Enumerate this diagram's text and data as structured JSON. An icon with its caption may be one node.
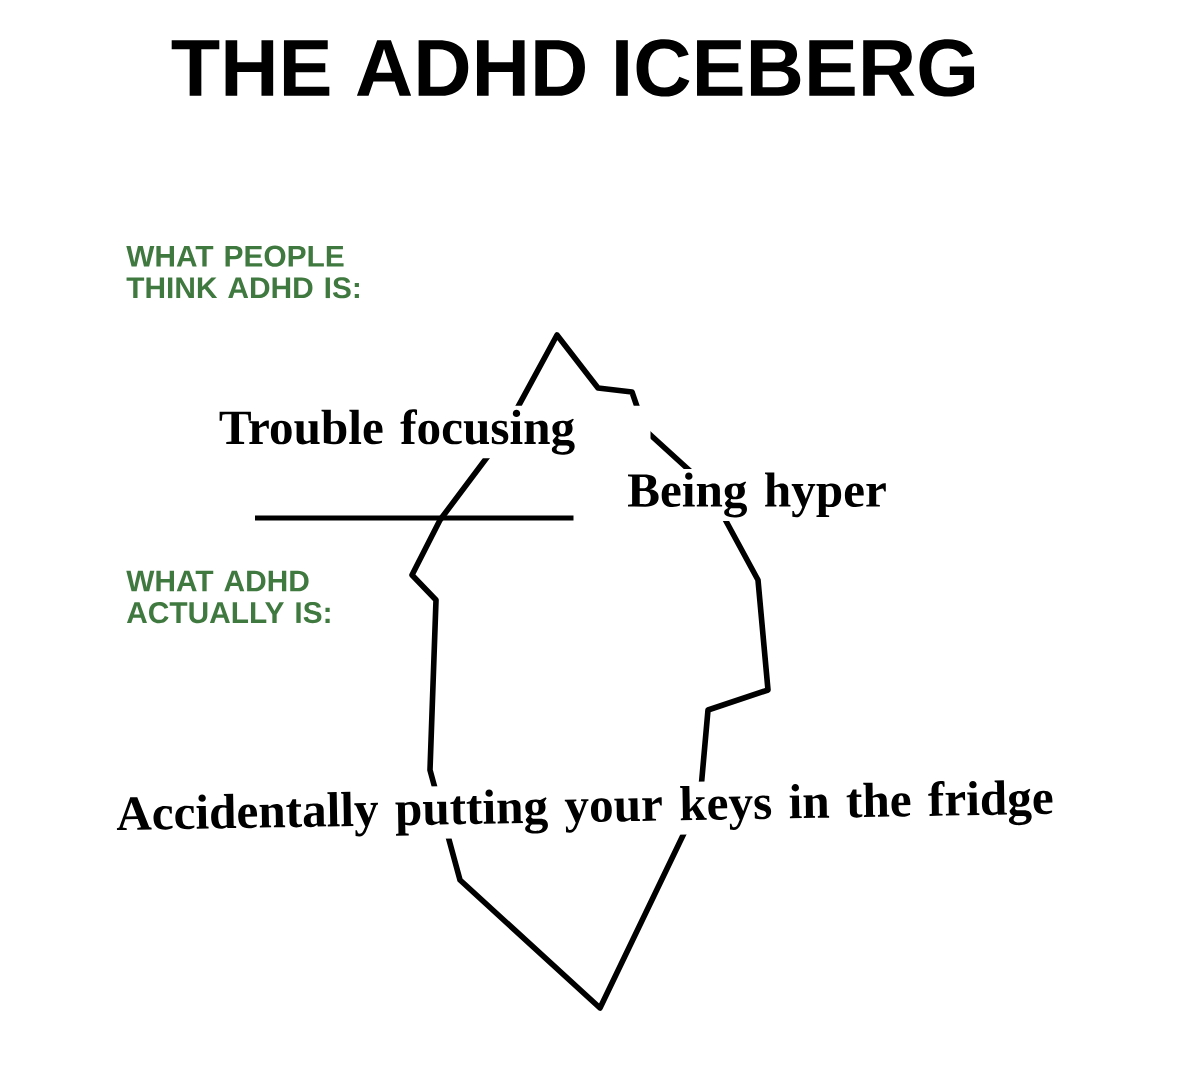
{
  "diagram": {
    "title": "THE ADHD ICEBERG",
    "labels": [
      "WHAT PEOPLE THINK ADHD IS:",
      "Trouble focusing",
      "Being hyper",
      "WHAT ADHD ACTUALLY IS:",
      "Accidentally putting your keys in the fridge"
    ]
  }
}
